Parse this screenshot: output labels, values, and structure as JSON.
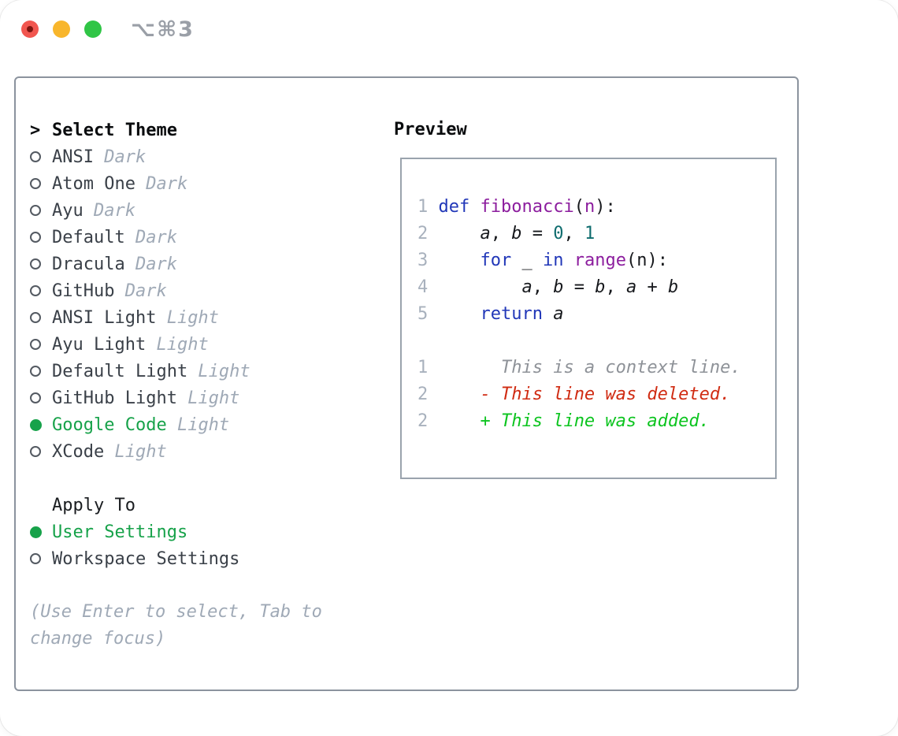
{
  "window": {
    "titlebar_shortcut": "⌥⌘3"
  },
  "theme_panel": {
    "header_marker": ">",
    "header": "Select Theme",
    "items": [
      {
        "name": "ANSI",
        "variant": "Dark",
        "selected": false
      },
      {
        "name": "Atom One",
        "variant": "Dark",
        "selected": false
      },
      {
        "name": "Ayu",
        "variant": "Dark",
        "selected": false
      },
      {
        "name": "Default",
        "variant": "Dark",
        "selected": false
      },
      {
        "name": "Dracula",
        "variant": "Dark",
        "selected": false
      },
      {
        "name": "GitHub",
        "variant": "Dark",
        "selected": false
      },
      {
        "name": "ANSI Light",
        "variant": "Light",
        "selected": false
      },
      {
        "name": "Ayu Light",
        "variant": "Light",
        "selected": false
      },
      {
        "name": "Default Light",
        "variant": "Light",
        "selected": false
      },
      {
        "name": "GitHub Light",
        "variant": "Light",
        "selected": false
      },
      {
        "name": "Google Code",
        "variant": "Light",
        "selected": true
      },
      {
        "name": "XCode",
        "variant": "Light",
        "selected": false
      }
    ],
    "apply_to": {
      "header": "Apply To",
      "options": [
        {
          "name": "User Settings",
          "selected": true
        },
        {
          "name": "Workspace Settings",
          "selected": false
        }
      ]
    },
    "hint_lines": [
      "(Use Enter to select, Tab to",
      "change focus)"
    ]
  },
  "preview": {
    "header": "Preview",
    "code_lines": [
      {
        "segments": [
          [
            "num",
            "1"
          ],
          [
            "pl",
            " "
          ],
          [
            "kw",
            "def"
          ],
          [
            "pl",
            " "
          ],
          [
            "fn",
            "fibonacci"
          ],
          [
            "pl",
            "("
          ],
          [
            "fn",
            "n"
          ],
          [
            "pl",
            "):"
          ]
        ]
      },
      {
        "segments": [
          [
            "num",
            "2"
          ],
          [
            "pl",
            "     "
          ],
          [
            "var",
            "a"
          ],
          [
            "pl",
            ", "
          ],
          [
            "var",
            "b"
          ],
          [
            "pl",
            " = "
          ],
          [
            "lit",
            "0"
          ],
          [
            "pl",
            ", "
          ],
          [
            "lit",
            "1"
          ]
        ]
      },
      {
        "segments": [
          [
            "num",
            "3"
          ],
          [
            "pl",
            "     "
          ],
          [
            "kw",
            "for"
          ],
          [
            "pl",
            " _ "
          ],
          [
            "kw",
            "in"
          ],
          [
            "pl",
            " "
          ],
          [
            "fn",
            "range"
          ],
          [
            "pl",
            "(n):"
          ]
        ]
      },
      {
        "segments": [
          [
            "num",
            "4"
          ],
          [
            "pl",
            "         "
          ],
          [
            "var",
            "a"
          ],
          [
            "pl",
            ", "
          ],
          [
            "var",
            "b"
          ],
          [
            "pl",
            " = "
          ],
          [
            "var",
            "b"
          ],
          [
            "pl",
            ", "
          ],
          [
            "var",
            "a"
          ],
          [
            "pl",
            " + "
          ],
          [
            "var",
            "b"
          ]
        ]
      },
      {
        "segments": [
          [
            "num",
            "5"
          ],
          [
            "pl",
            "     "
          ],
          [
            "kw",
            "return"
          ],
          [
            "pl",
            " "
          ],
          [
            "var",
            "a"
          ]
        ]
      },
      {
        "segments": []
      },
      {
        "segments": [
          [
            "num",
            "1"
          ],
          [
            "pl",
            "       "
          ],
          [
            "ctx",
            "This is a context line."
          ]
        ]
      },
      {
        "segments": [
          [
            "num",
            "2"
          ],
          [
            "pl",
            "     "
          ],
          [
            "del",
            "- This line was deleted."
          ]
        ]
      },
      {
        "segments": [
          [
            "num",
            "2"
          ],
          [
            "pl",
            "     "
          ],
          [
            "add",
            "+ This line was added."
          ]
        ]
      }
    ]
  },
  "colors": {
    "accent_green": "#17a24a",
    "add_green": "#0cc41f",
    "del_red": "#d02b12",
    "ctx_gray": "#8e9298",
    "num_gray": "#a8b1bd",
    "kw_blue": "#2137b8",
    "fn_purple": "#8c1d9e",
    "lit_teal": "#0e6c6e",
    "code_dark": "#17191d",
    "item_text": "#3a4048",
    "muted": "#9fa9b6",
    "header_text": "#0a0c0e",
    "apply_header": "#1a1d20",
    "ring": "#545a62",
    "panel_border": "#8b939e",
    "preview_border": "#9aa3ad",
    "titlebar_gray": "#9a9fa7",
    "tl_red": "#f1564f",
    "tl_red_dot": "#7d150f",
    "tl_yellow": "#f8b62c",
    "tl_green": "#30c546"
  }
}
